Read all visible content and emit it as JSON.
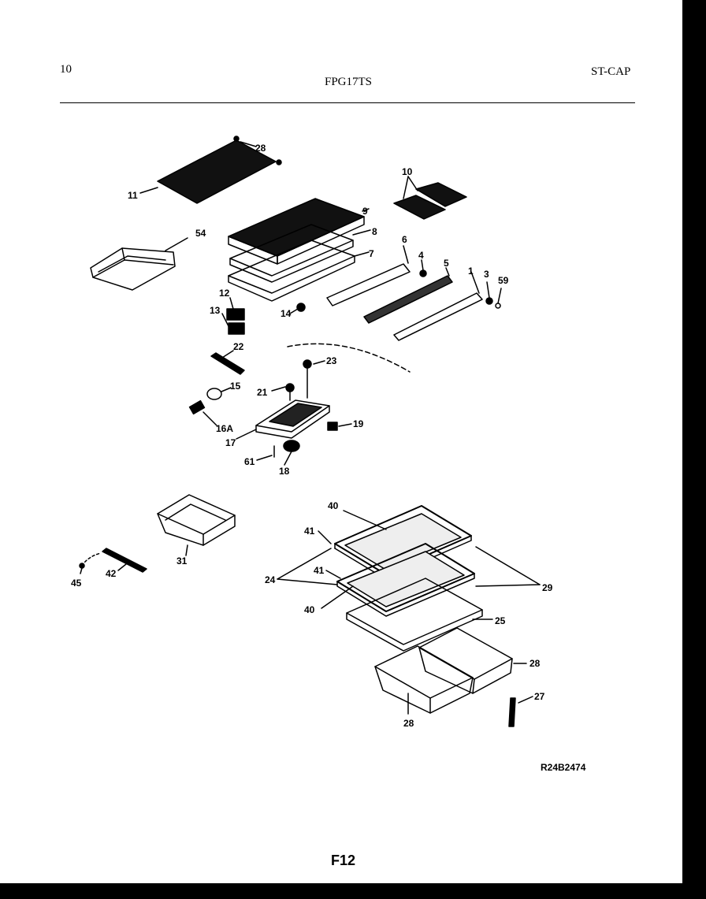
{
  "header": {
    "page_number": "10",
    "model": "FPG17TS",
    "section": "ST-CAP"
  },
  "callouts": {
    "c1": "1",
    "c3": "3",
    "c4": "4",
    "c5": "5",
    "c6": "6",
    "c7": "7",
    "c8": "8",
    "c9": "9",
    "c10": "10",
    "c11": "11",
    "c12": "12",
    "c13": "13",
    "c14": "14",
    "c15": "15",
    "c16a": "16A",
    "c17": "17",
    "c18": "18",
    "c19": "19",
    "c21": "21",
    "c22": "22",
    "c23": "23",
    "c24": "24",
    "c25": "25",
    "c27": "27",
    "c28a": "28",
    "c28b": "28",
    "c28c": "28",
    "c29": "29",
    "c31": "31",
    "c40a": "40",
    "c40b": "40",
    "c41a": "41",
    "c41b": "41",
    "c42": "42",
    "c45": "45",
    "c54": "54",
    "c59": "59",
    "c61": "61"
  },
  "footer": {
    "drawing_code": "R24B2474",
    "page_code": "F12"
  }
}
